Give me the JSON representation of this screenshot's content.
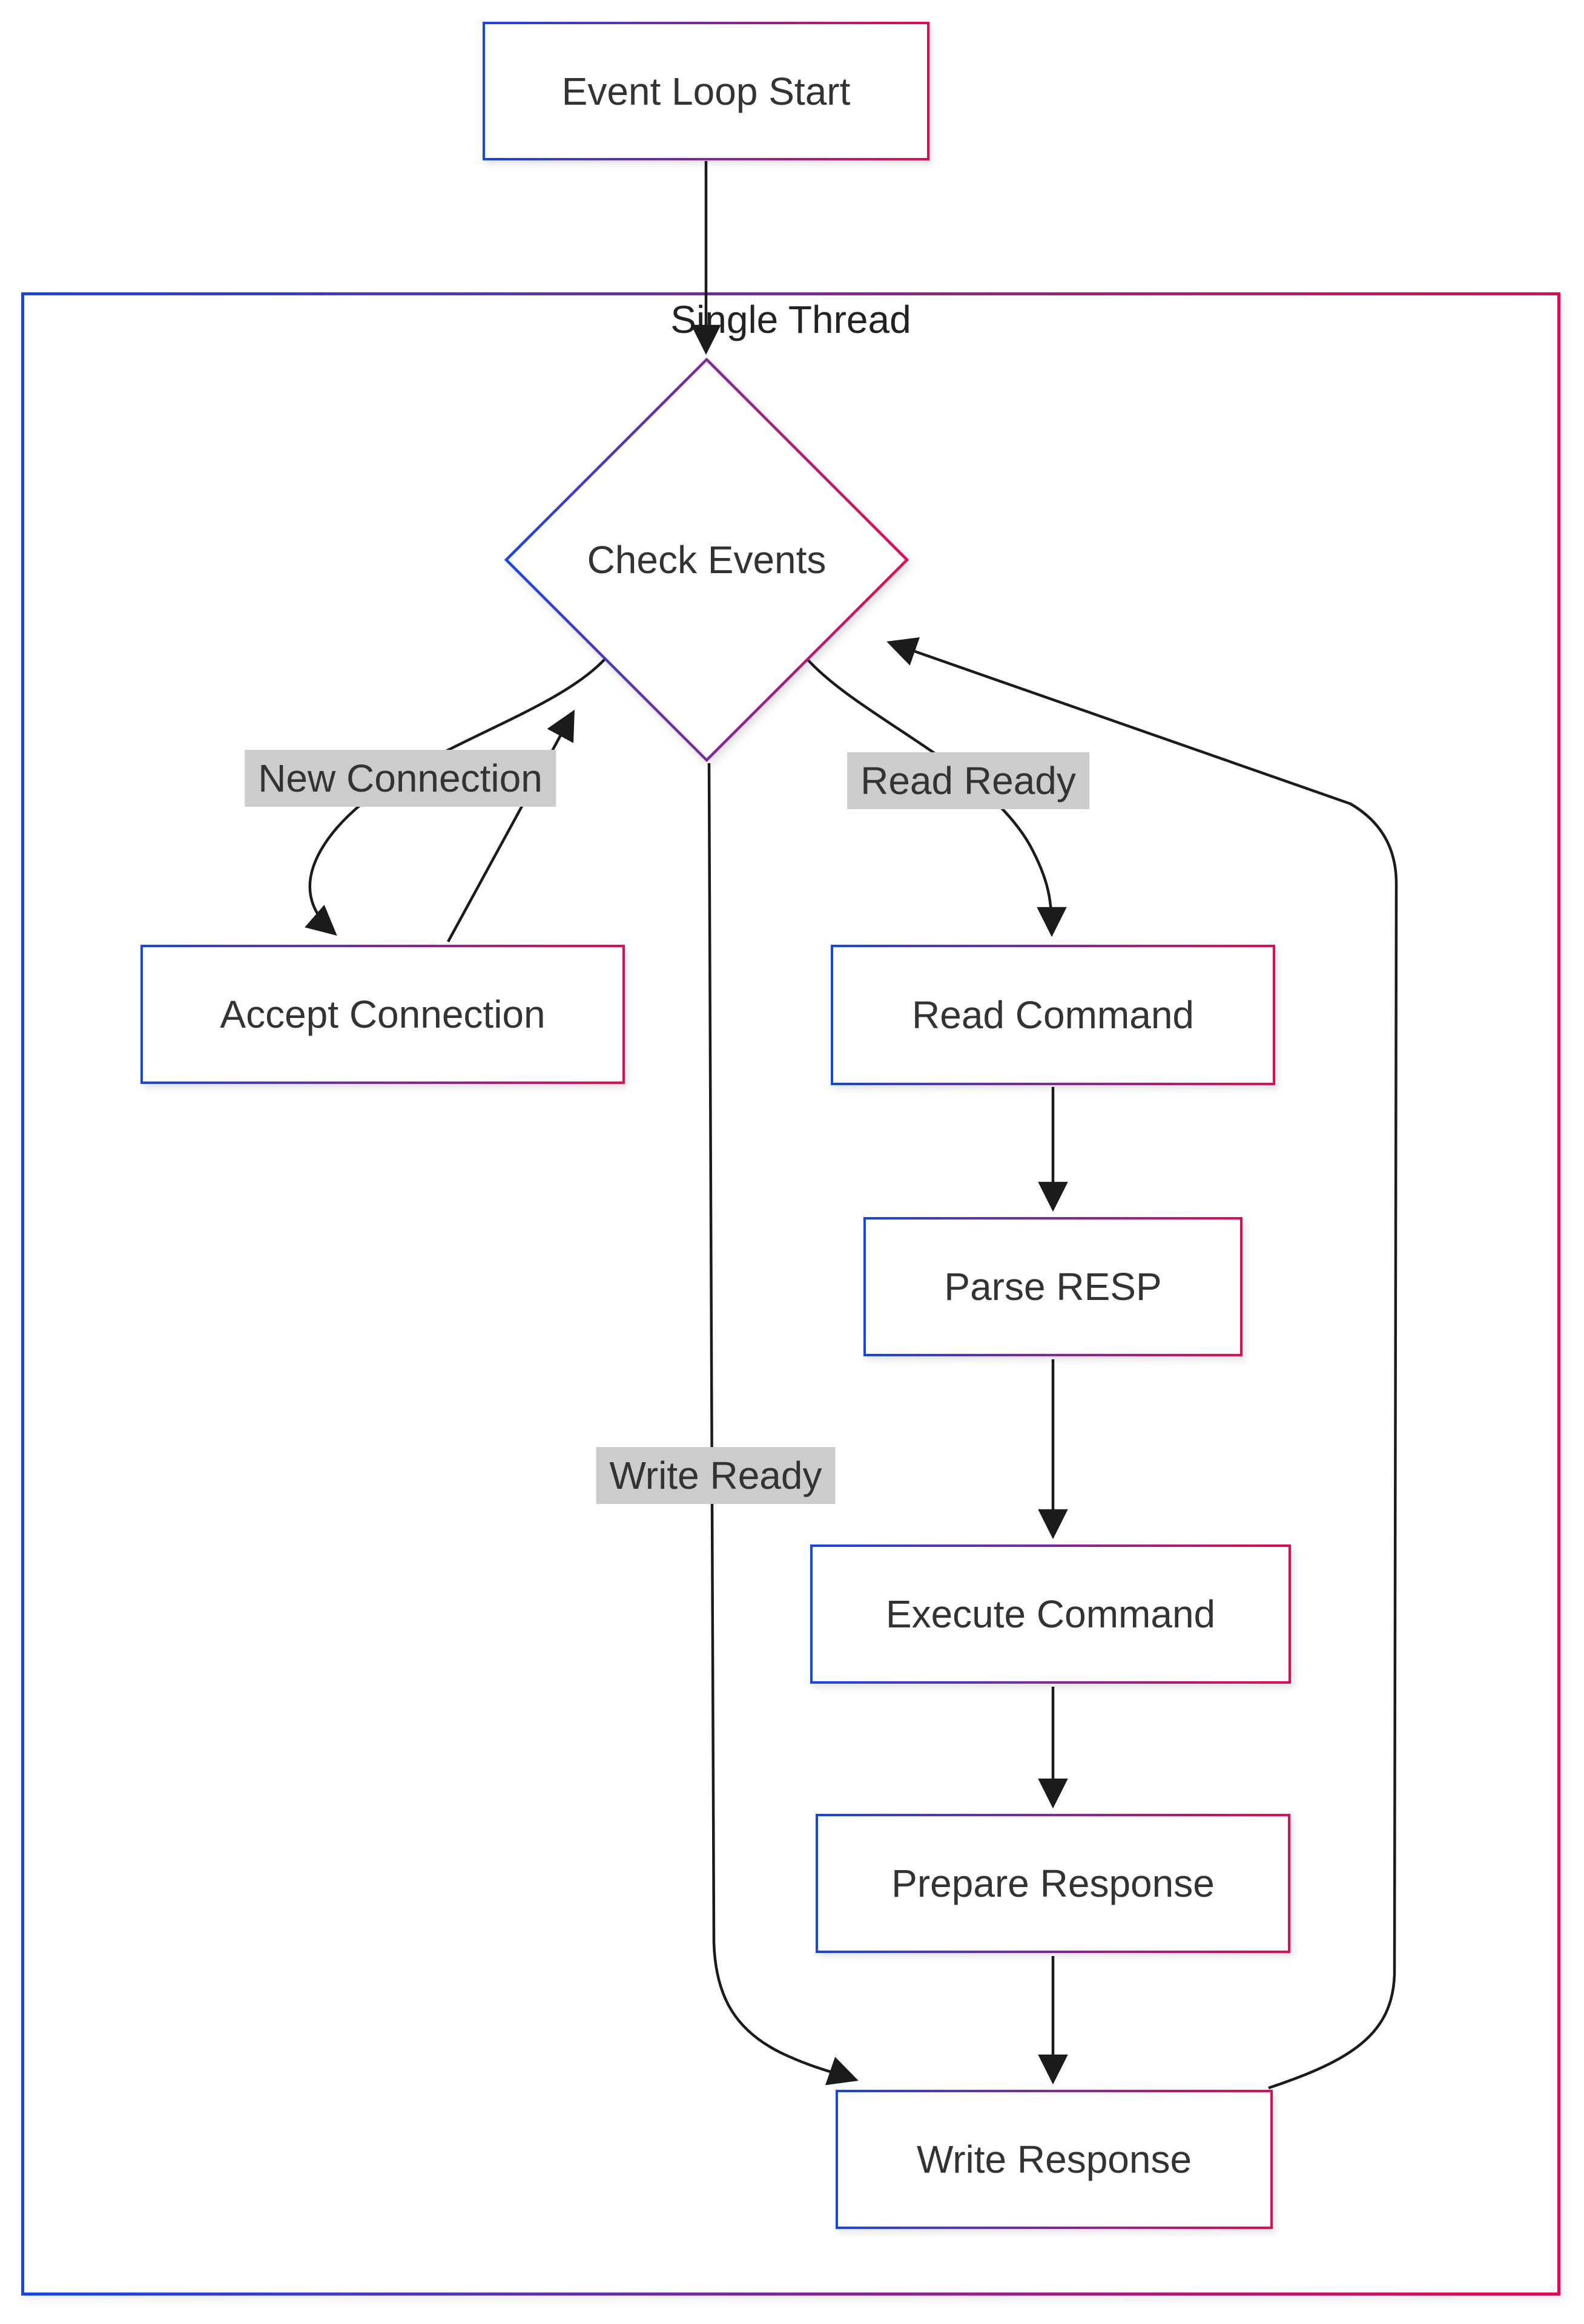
{
  "diagram": {
    "title": "Redis-style single threaded event loop flowchart",
    "colors": {
      "gradient_start_blue": "#1545ee",
      "gradient_end_red": "#ea084c",
      "gradient_mid_violet": "#83289e",
      "edge_black": "#1b1b1b",
      "text": "#333333",
      "edge_label_bg": "#cccccc",
      "background": "#ffffff"
    },
    "container_label": "Single Thread",
    "nodes": {
      "event_loop_start": {
        "label": "Event Loop Start"
      },
      "check_events": {
        "label": "Check Events"
      },
      "accept_connection": {
        "label": "Accept Connection"
      },
      "read_command": {
        "label": "Read Command"
      },
      "parse_resp": {
        "label": "Parse RESP"
      },
      "execute_command": {
        "label": "Execute Command"
      },
      "prepare_response": {
        "label": "Prepare Response"
      },
      "write_response": {
        "label": "Write Response"
      }
    },
    "edge_labels": {
      "new_connection": "New Connection",
      "read_ready": "Read Ready",
      "write_ready": "Write Ready"
    }
  }
}
